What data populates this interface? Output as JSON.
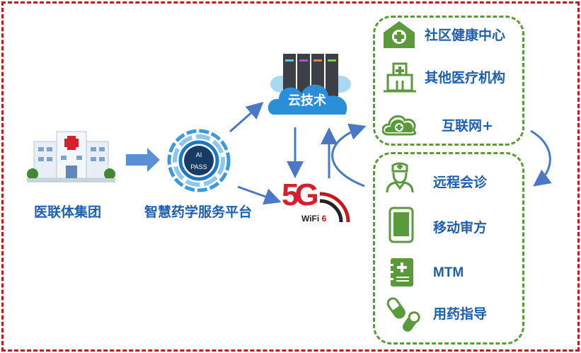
{
  "left": {
    "hospital_label": "医联体集团",
    "platform_label": "智慧药学服务平台",
    "badge_text": [
      "AI",
      "PASS"
    ]
  },
  "center": {
    "cloud_label": "云技术",
    "network_logo": {
      "big": "5G",
      "small": "WiFi",
      "num": "6"
    }
  },
  "top_group": {
    "items": [
      {
        "label": "社区健康中心",
        "icon": "community-health-icon"
      },
      {
        "label": "其他医疗机构",
        "icon": "hospital-building-icon"
      },
      {
        "label": "互联网+",
        "icon": "cloud-plus-icon"
      }
    ]
  },
  "bottom_group": {
    "items": [
      {
        "label": "远程会诊",
        "icon": "doctor-icon"
      },
      {
        "label": "移动审方",
        "icon": "mobile-phone-icon"
      },
      {
        "label": "MTM",
        "icon": "medical-record-icon"
      },
      {
        "label": "用药指导",
        "icon": "pills-icon"
      }
    ]
  },
  "colors": {
    "text": "#1d5fae",
    "green": "#5b9a3b",
    "border": "#c8161d",
    "arrow": "#4a78c4"
  }
}
